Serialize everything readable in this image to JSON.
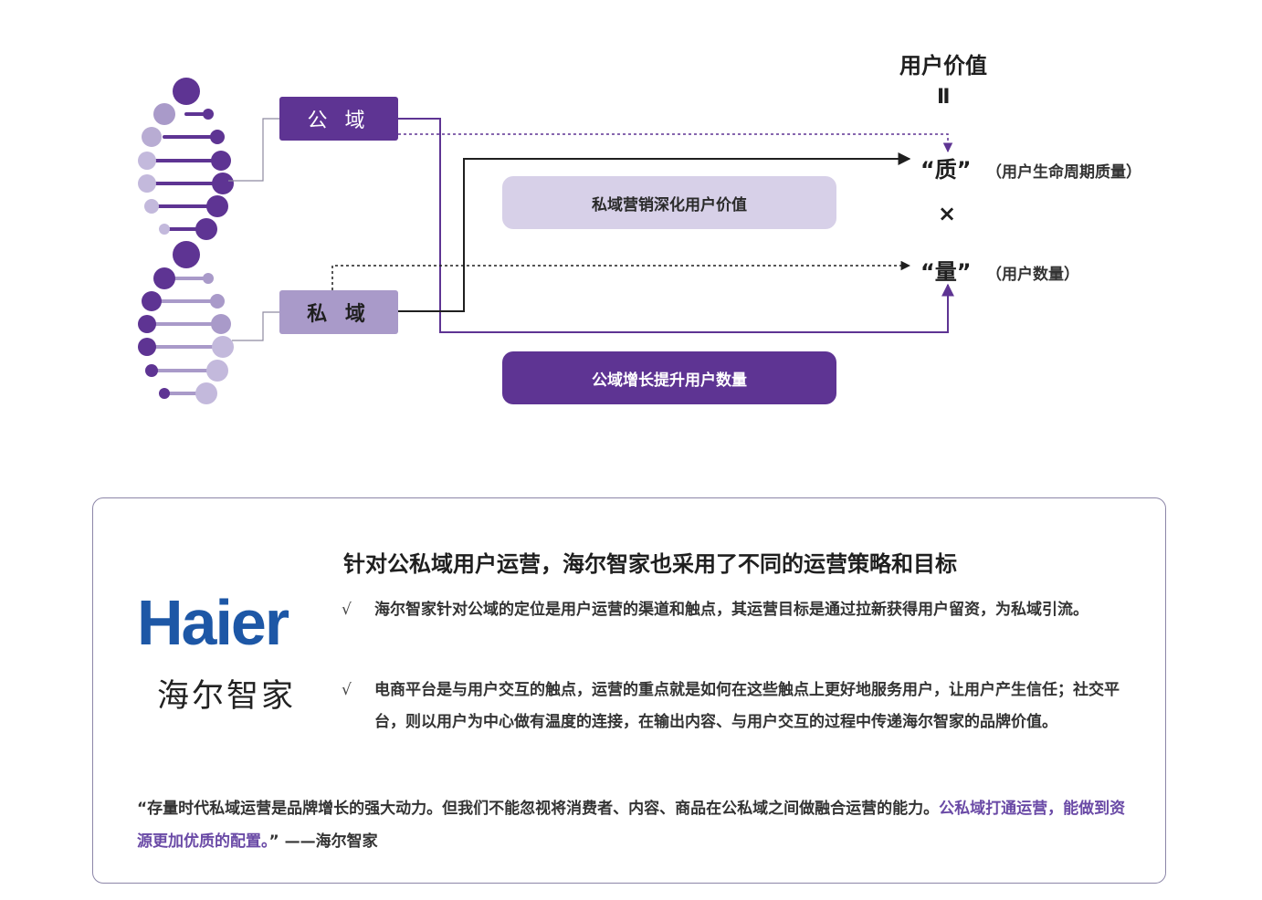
{
  "diagram": {
    "public_domain_label": "公 域",
    "private_domain_label": "私 域",
    "private_pill_label": "私域营销深化用户价值",
    "public_pill_label": "公域增长提升用户数量",
    "user_value_title": "用户价值",
    "equals_symbol": "Ⅱ",
    "quality_label": "“质”",
    "quality_note": "（用户生命周期质量）",
    "times_symbol": "×",
    "quantity_label": "“量”",
    "quantity_note": "（用户数量）",
    "colors": {
      "dark_purple": "#5e3493",
      "light_purple": "#a99ac9",
      "pale_purple": "#d7d0e8",
      "brand_blue": "#1d57a6"
    }
  },
  "card": {
    "brand_wordmark": "Haier",
    "brand_name_cn": "海尔智家",
    "heading": "针对公私域用户运营，海尔智家也采用了不同的运营策略和目标",
    "bullets": [
      {
        "check": "√",
        "text": "海尔智家针对公域的定位是用户运营的渠道和触点，其运营目标是通过拉新获得用户留资，为私域引流。"
      },
      {
        "check": "√",
        "text": "电商平台是与用户交互的触点，运营的重点就是如何在这些触点上更好地服务用户，让用户产生信任；社交平台，则以用户为中心做有温度的连接，在输出内容、与用户交互的过程中传递海尔智家的品牌价值。"
      }
    ],
    "quote_main": "“存量时代私域运营是品牌增长的强大动力。但我们不能忽视将消费者、内容、商品在公私域之间做融合运营的能力。",
    "quote_highlight": "公私域打通运营，能做到资源更加优质的配置。",
    "quote_tail": "”  ——海尔智家"
  }
}
